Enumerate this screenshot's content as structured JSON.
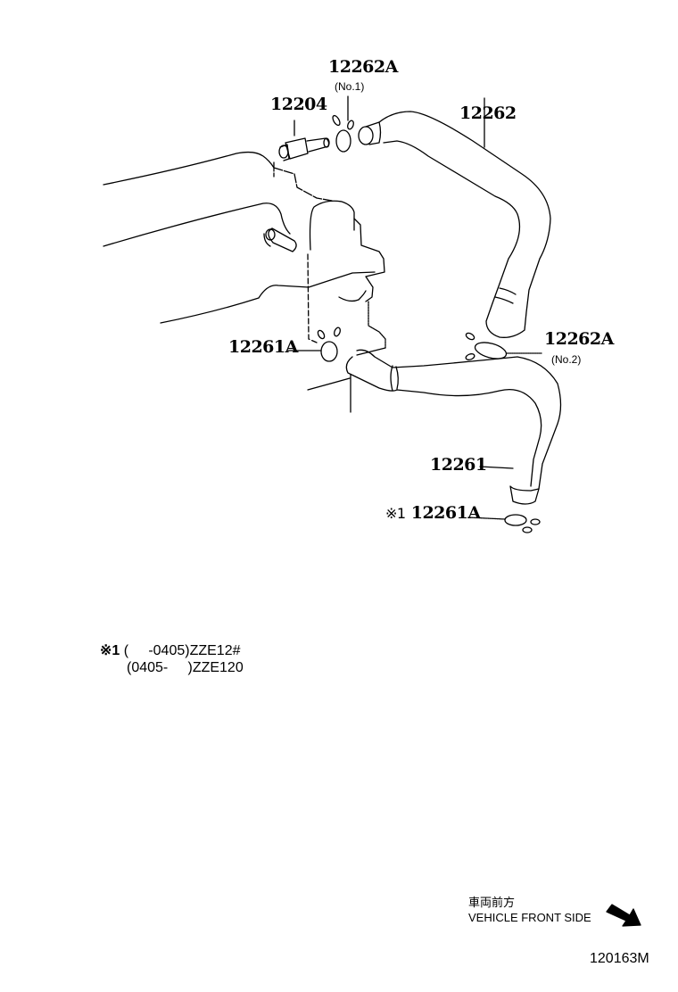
{
  "diagram": {
    "diagram_code": "120163M",
    "parts": [
      {
        "part_no": "12262A",
        "qualifier": "(No.1)"
      },
      {
        "part_no": "12204"
      },
      {
        "part_no": "12262"
      },
      {
        "part_no": "12261A"
      },
      {
        "part_no": "12262A",
        "qualifier": "(No.2)"
      },
      {
        "part_no": "12261"
      },
      {
        "part_no": "12261A",
        "marker": "※1"
      }
    ],
    "footnote": {
      "marker": "※1",
      "lines": [
        {
          "range": "(     -0405)",
          "model": "ZZE12#"
        },
        {
          "range": "(0405-     )",
          "model": "ZZE120"
        }
      ]
    },
    "direction": {
      "label_jp": "車両前方",
      "label_en": "VEHICLE FRONT SIDE",
      "arrow": "arrow-down-right-icon"
    }
  }
}
